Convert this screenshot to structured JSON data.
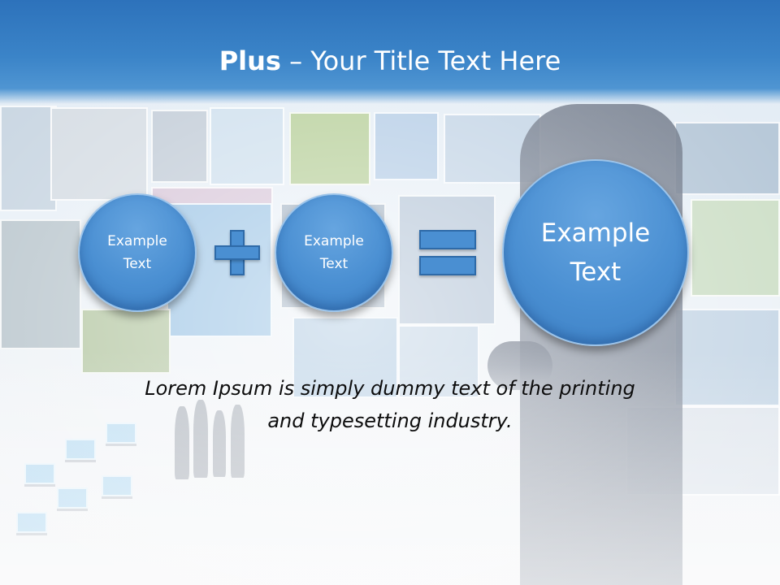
{
  "slide": {
    "title_bold": "Plus",
    "title_rest": " – Your Title Text Here",
    "circles": [
      {
        "label": "Example\nText"
      },
      {
        "label": "Example\nText"
      },
      {
        "label": "Example\nText"
      }
    ],
    "operators": [
      "plus",
      "equals"
    ],
    "body": "Lorem Ipsum is simply dummy text of the printing\nand typesetting industry."
  },
  "colors": {
    "title_bar": "#3b84c8",
    "circle_fill": "#4a8fd2",
    "operator_fill": "#4a8fd2",
    "title_text": "#ffffff",
    "body_text": "#0d0d0d"
  }
}
